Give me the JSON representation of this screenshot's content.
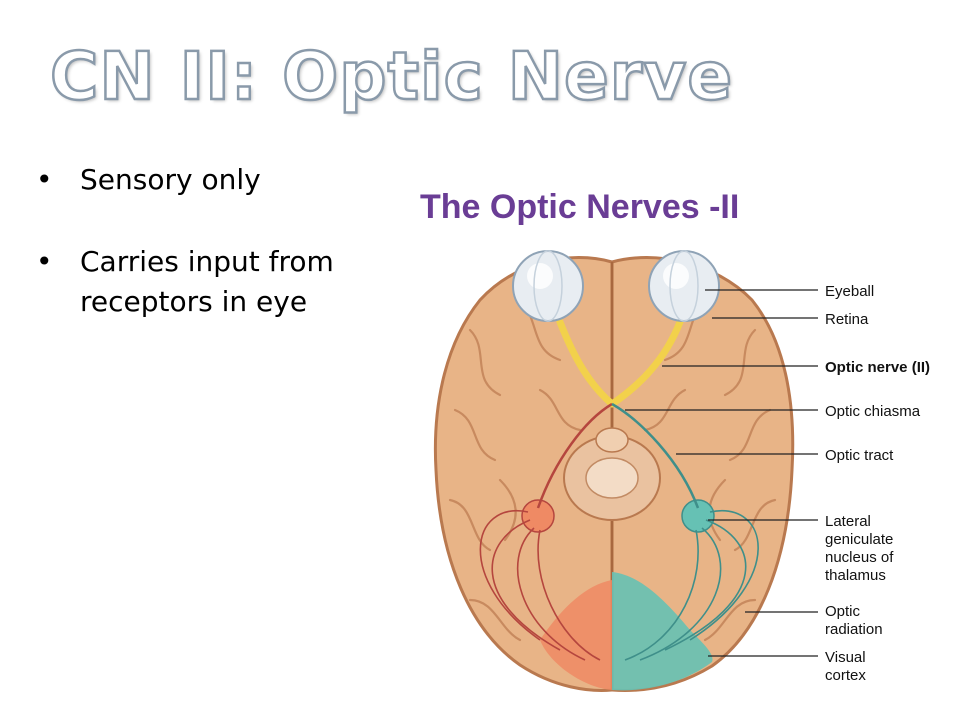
{
  "slide": {
    "title": "CN II: Optic Nerve",
    "bullets": [
      {
        "marker": "•",
        "lines": [
          "Sensory only"
        ]
      },
      {
        "marker": "•",
        "lines": [
          "Carries input from",
          "receptors in eye"
        ]
      }
    ]
  },
  "figure": {
    "title": "The Optic Nerves -II",
    "labels": [
      {
        "lines": [
          "Eyeball"
        ],
        "bold": false
      },
      {
        "lines": [
          "Retina"
        ],
        "bold": false
      },
      {
        "lines": [
          "Optic nerve (II)"
        ],
        "bold": true
      },
      {
        "lines": [
          "Optic chiasma"
        ],
        "bold": false
      },
      {
        "lines": [
          "Optic tract"
        ],
        "bold": false
      },
      {
        "lines": [
          "Lateral",
          "geniculate",
          "nucleus of",
          "thalamus"
        ],
        "bold": false
      },
      {
        "lines": [
          "Optic",
          "radiation"
        ],
        "bold": false
      },
      {
        "lines": [
          "Visual",
          "cortex"
        ],
        "bold": false
      }
    ],
    "colors": {
      "title": "#6a3d95",
      "brain": "#e8b487",
      "brain_edge": "#b9794f",
      "nerve": "#f2d14b",
      "tract_teal": "#3f8f8a",
      "tract_red": "#b5463e",
      "cortex_teal": "#66c1b4",
      "cortex_red": "#ef8a64"
    }
  }
}
